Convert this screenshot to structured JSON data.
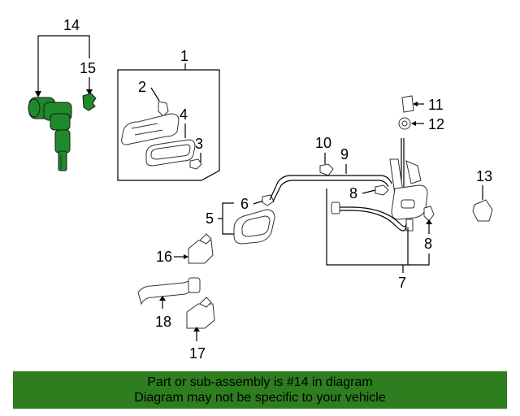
{
  "callouts": {
    "c1": "1",
    "c2": "2",
    "c3": "3",
    "c4": "4",
    "c5": "5",
    "c6": "6",
    "c7": "7",
    "c8a": "8",
    "c8b": "8",
    "c9": "9",
    "c10": "10",
    "c11": "11",
    "c12": "12",
    "c13": "13",
    "c14": "14",
    "c15": "15",
    "c16": "16",
    "c17": "17",
    "c18": "18"
  },
  "banner": {
    "line1": "Part or sub-assembly is #14 in diagram",
    "line2": "Diagram may not be specific to your vehicle"
  },
  "colors": {
    "highlight": "#1e8a2c",
    "banner_bg": "#2e7d1e"
  }
}
